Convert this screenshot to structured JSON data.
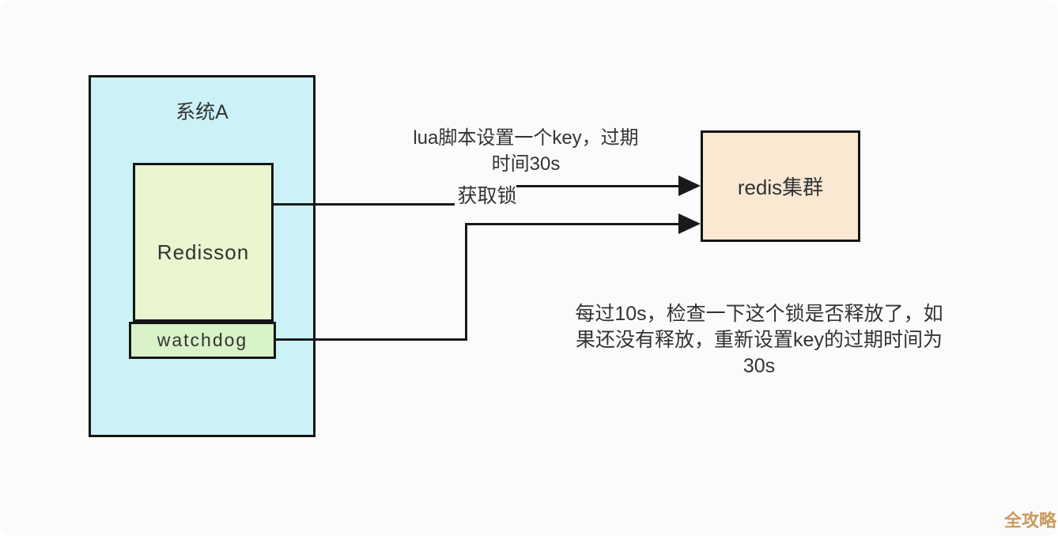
{
  "canvas": {
    "background": "#fbfbfb",
    "line_color": "#1a1a1a",
    "text_color": "#333333"
  },
  "nodes": {
    "system_a": {
      "label": "系统A",
      "fill": "#cbf2f6"
    },
    "redisson": {
      "label": "Redisson",
      "fill": "#e9f6cf"
    },
    "watchdog": {
      "label": "watchdog",
      "fill": "#d7f3c7"
    },
    "redis_cluster": {
      "label": "redis集群",
      "fill": "#fbe8d2"
    }
  },
  "annotations": {
    "lua_note": "lua脚本设置一个key，过期\n时间30s",
    "acquire_lock_label": "获取锁",
    "watchdog_note": "每过10s，检查一下这个锁是否释放了，如\n果还没有释放，重新设置key的过期时间为\n30s"
  },
  "watermark": {
    "text": "全攻略",
    "color": "#c99a5c"
  }
}
